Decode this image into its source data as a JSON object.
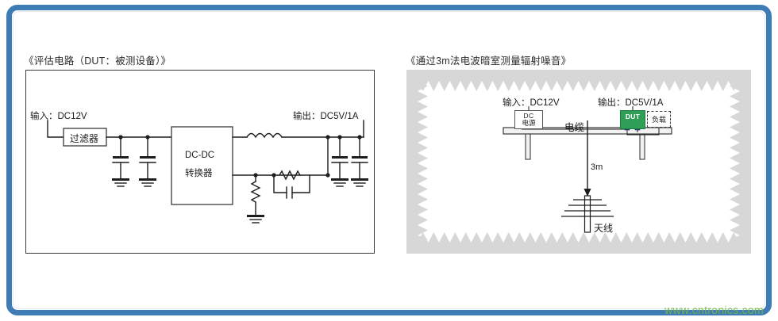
{
  "panels": {
    "left": {
      "title": "《评估电路（DUT：被测设备）》",
      "input_label": "输入：DC12V",
      "filter_label": "过滤器",
      "converter_line1": "DC-DC",
      "converter_line2": "转换器",
      "output_label": "输出：DC5V/1A"
    },
    "right": {
      "title": "《通过3m法电波暗室测量辐射噪音》",
      "input_label": "输入：DC12V",
      "output_label": "输出：DC5V/1A",
      "dc_supply_line1": "DC",
      "dc_supply_line2": "电源",
      "cable_label": "电缆",
      "dut_label": "DUT",
      "load_label": "负载",
      "distance_label": "3m",
      "antenna_label": "天线"
    }
  },
  "watermark": "www.cntronics.com",
  "colors": {
    "frame_blue": "#3d7cb4",
    "dut_green": "#2f9e57",
    "absorber_gray": "#d7d7d7",
    "watermark_green": "#7ab648",
    "wire": "#1d1d1d"
  }
}
